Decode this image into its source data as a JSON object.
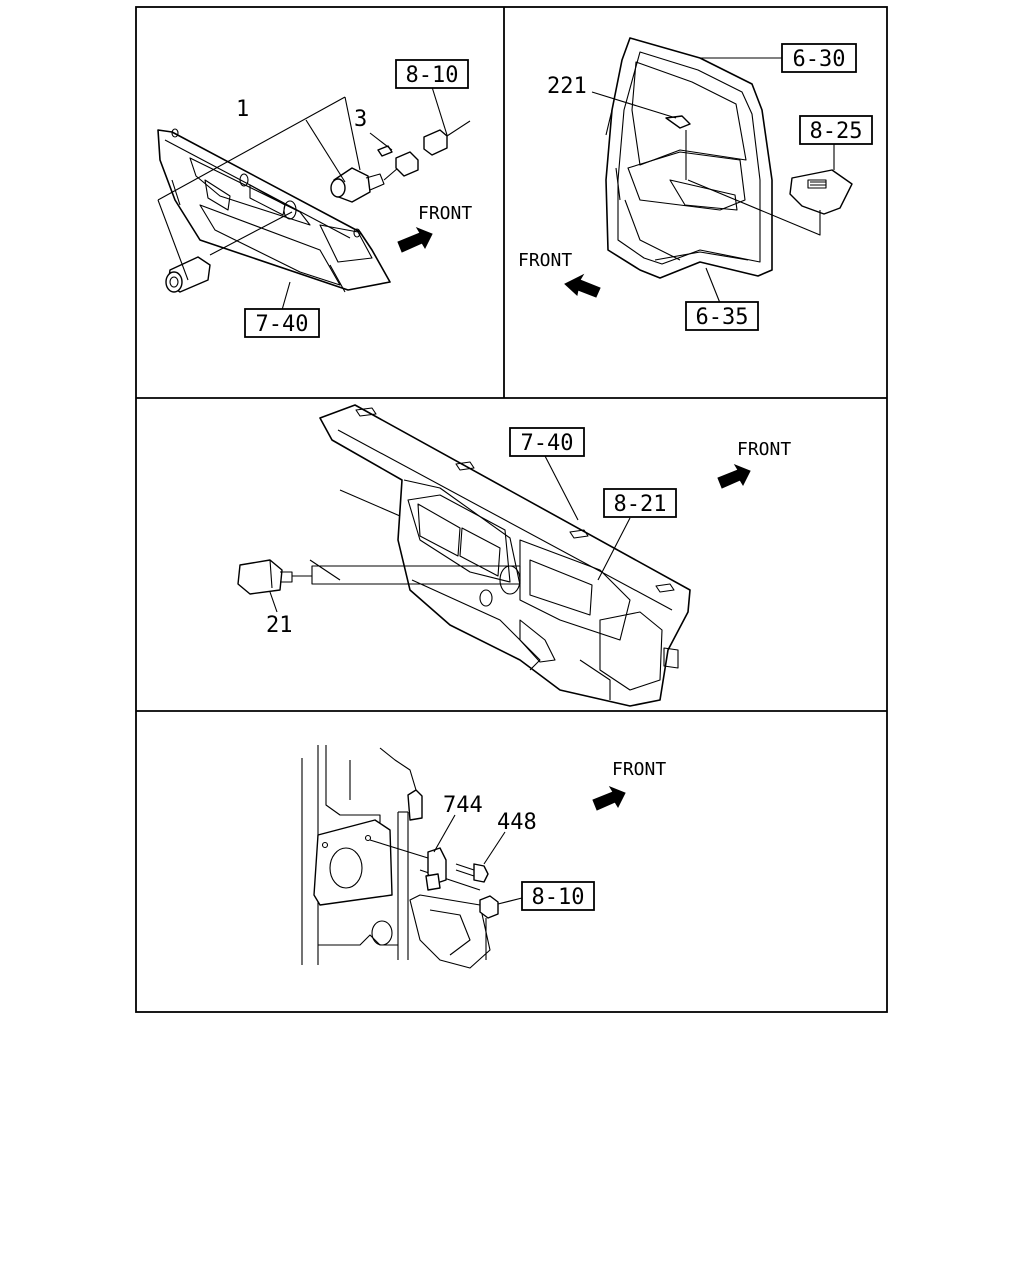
{
  "panels": [
    {
      "id": "top-left",
      "front_label": "FRONT",
      "callouts": {
        "ref_8_10": "8-10",
        "ref_7_40": "7-40",
        "part_1": "1",
        "part_3": "3"
      }
    },
    {
      "id": "top-right",
      "front_label": "FRONT",
      "callouts": {
        "ref_6_30": "6-30",
        "ref_8_25": "8-25",
        "ref_6_35": "6-35",
        "part_221": "221"
      }
    },
    {
      "id": "middle",
      "front_label": "FRONT",
      "callouts": {
        "ref_7_40": "7-40",
        "ref_8_21": "8-21",
        "part_21": "21"
      }
    },
    {
      "id": "bottom",
      "front_label": "FRONT",
      "callouts": {
        "part_744": "744",
        "part_448": "448",
        "ref_8_10": "8-10"
      }
    }
  ]
}
